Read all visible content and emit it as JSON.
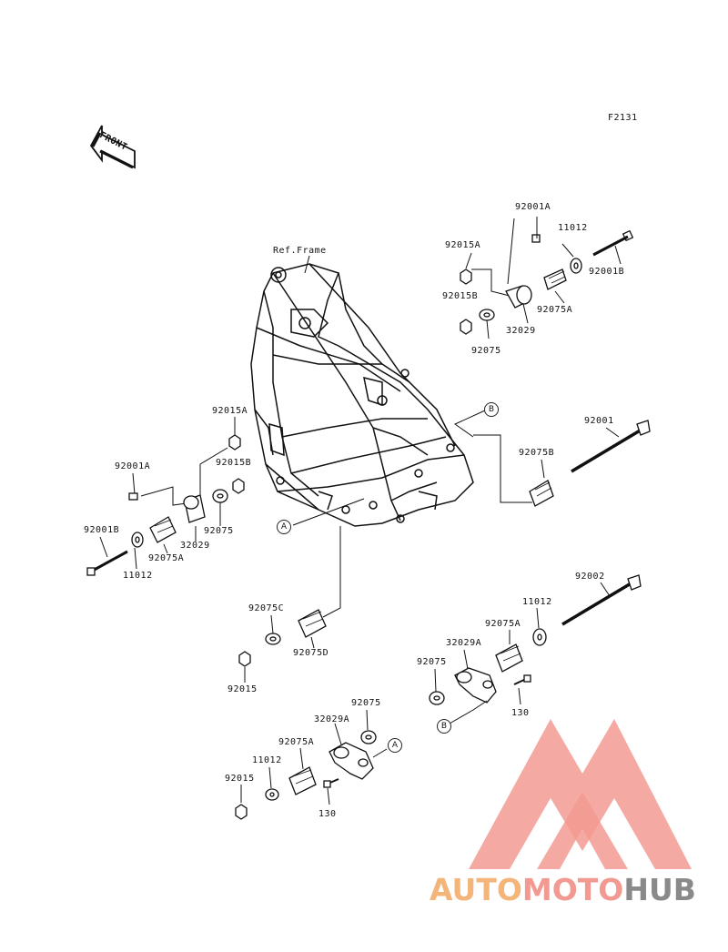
{
  "figure": {
    "code": "F2131"
  },
  "front_arrow": {
    "label": "FRONT"
  },
  "frame": {
    "label": "Ref.Frame"
  },
  "references": {
    "a": "A",
    "b": "B"
  },
  "labels": {
    "top_92001A": "92001A",
    "top_11012": "11012",
    "top_92015A": "92015A",
    "top_92001B": "92001B",
    "top_92015B": "92015B",
    "top_92075A": "92075A",
    "top_32029": "32029",
    "top_92075": "92075",
    "mid_92001": "92001",
    "mid_92075B": "92075B",
    "left_92015A": "92015A",
    "left_92001A": "92001A",
    "left_92015B": "92015B",
    "left_92075": "92075",
    "left_92001B": "92001B",
    "left_92075A": "92075A",
    "left_32029": "32029",
    "left_11012": "11012",
    "r_92002": "92002",
    "r_11012": "11012",
    "r_92075A": "92075A",
    "r_32029A": "32029A",
    "r_92075": "92075",
    "r_130": "130",
    "c_92075C": "92075C",
    "c_92075D": "92075D",
    "c_92015": "92015",
    "b_92075": "92075",
    "b_32029A": "32029A",
    "b_92075A": "92075A",
    "b_11012": "11012",
    "b_92015": "92015",
    "b_130": "130"
  },
  "watermark": {
    "part1": "AUTO",
    "part2": "MOTO",
    "part3": "HUB",
    "colors": {
      "orange": "#f4b57a",
      "red": "#f29a92",
      "gray": "#8a8a8a"
    }
  }
}
